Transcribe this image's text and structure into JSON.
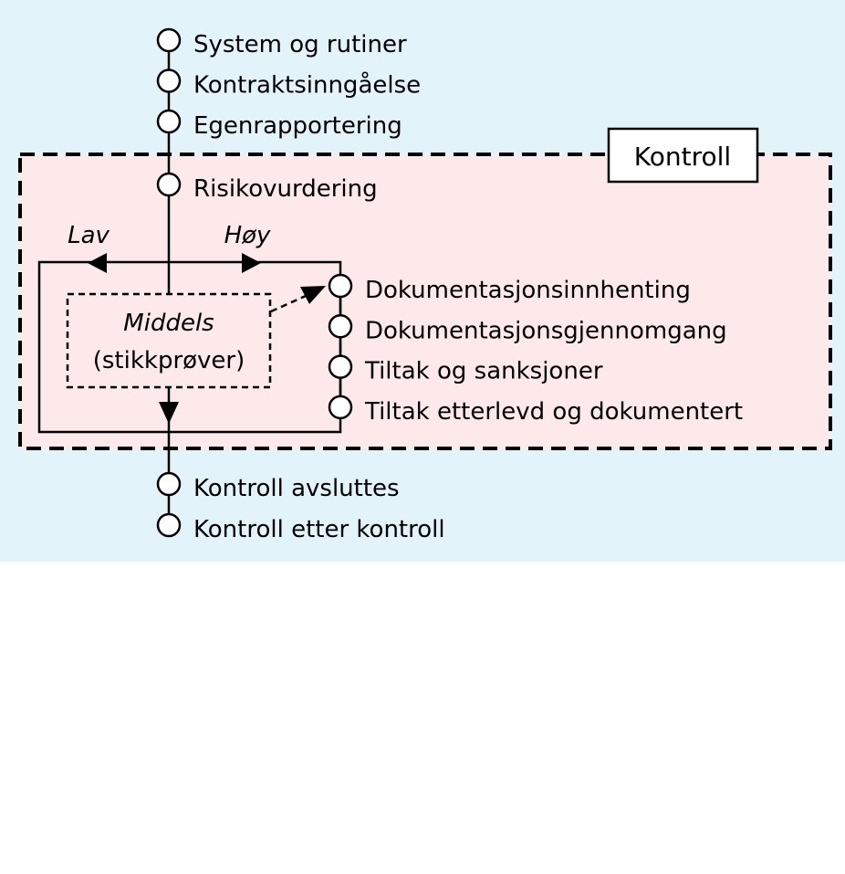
{
  "colors": {
    "background": "#e3f3fa",
    "control_area": "#fde9ea",
    "line": "#000000"
  },
  "steps_before": [
    {
      "label": "System og rutiner"
    },
    {
      "label": "Kontraktsinngåelse"
    },
    {
      "label": "Egenrapportering"
    }
  ],
  "control": {
    "title": "Kontroll",
    "risk_step": "Risikovurdering",
    "branch_low": "Lav",
    "branch_high": "Høy",
    "middle_line1": "Middels",
    "middle_line2": "(stikkprøver)",
    "detail_steps": [
      {
        "label": "Dokumentasjonsinnhenting"
      },
      {
        "label": "Dokumentasjonsgjennomgang"
      },
      {
        "label": "Tiltak og sanksjoner"
      },
      {
        "label": "Tiltak etterlevd og dokumentert"
      }
    ]
  },
  "steps_after": [
    {
      "label": "Kontroll avsluttes"
    },
    {
      "label": "Kontroll etter kontroll"
    }
  ]
}
